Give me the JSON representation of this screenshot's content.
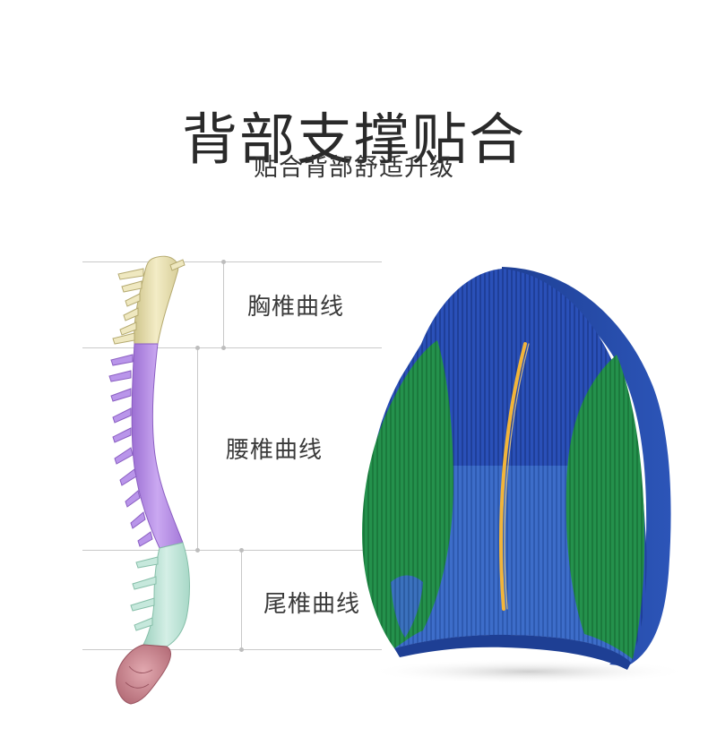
{
  "header": {
    "title": "背部支撑贴合",
    "subtitle": "贴合背部舒适升级"
  },
  "segments": [
    {
      "label": "胸椎曲线",
      "color": "#e8e0b0"
    },
    {
      "label": "腰椎曲线",
      "color": "#b487e6"
    },
    {
      "label": "尾椎曲线",
      "color": "#b5e0d0"
    }
  ],
  "colors": {
    "sacrum": "#c7858e",
    "cushion_blue": "#2347a8",
    "cushion_green": "#1f8a45",
    "spine_stripe": "#f2b53a",
    "guide_line": "#c9c9c9"
  },
  "icons": {
    "spine": "spine-illustration",
    "cushion": "lumbar-cushion-illustration"
  }
}
